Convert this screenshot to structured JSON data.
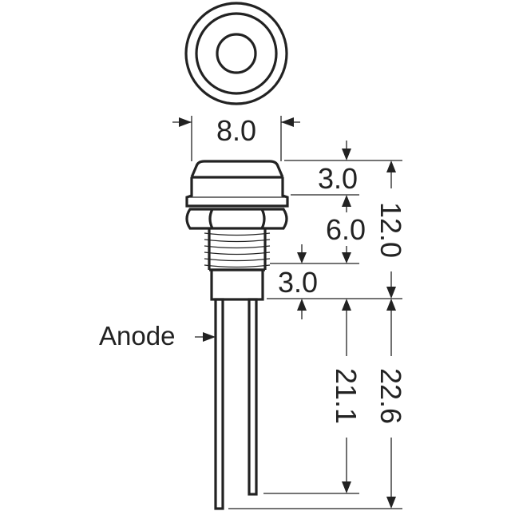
{
  "labels": {
    "width_top": "8.0",
    "cap_height": "3.0",
    "nut_height": "6.0",
    "body_height": "3.0",
    "overall_body": "12.0",
    "lead_length_short": "21.1",
    "lead_length_long": "22.6",
    "anode": "Anode"
  },
  "colors": {
    "ink": "#222222",
    "background": "#ffffff"
  }
}
